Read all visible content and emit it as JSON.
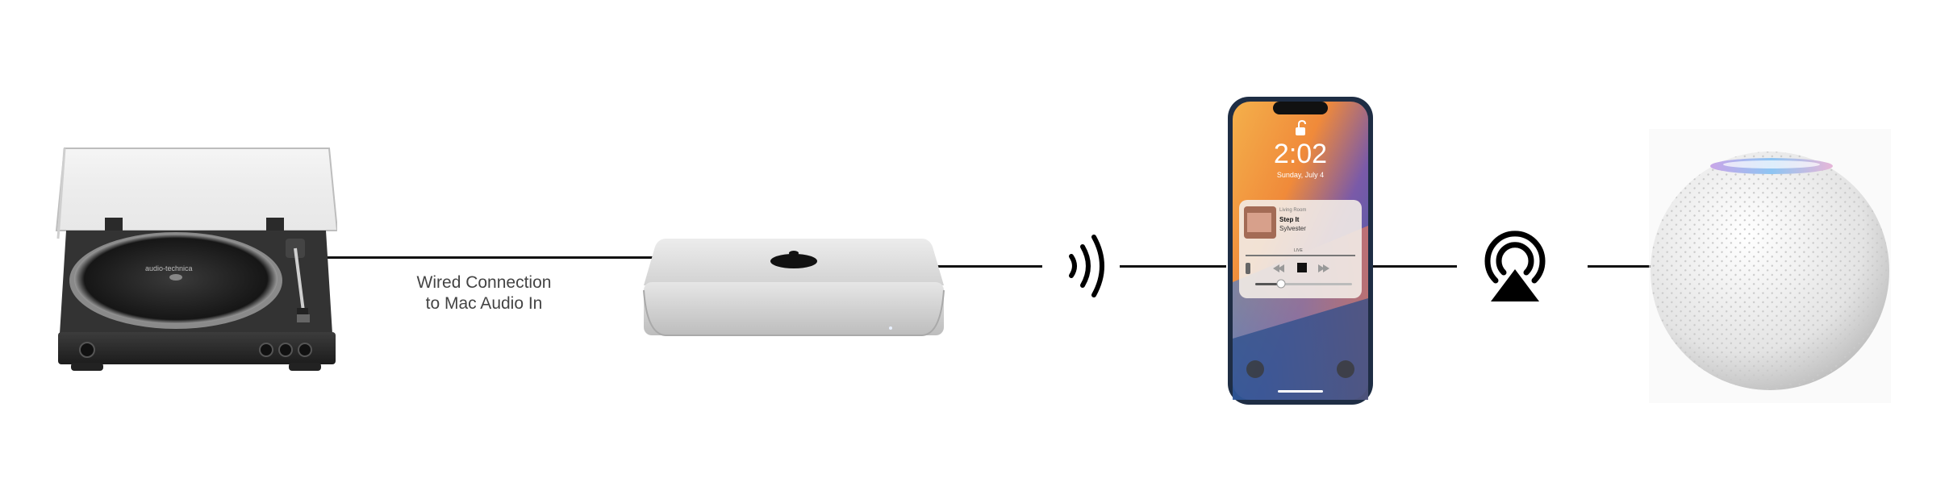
{
  "diagram": {
    "connection_label_line1": "Wired Connection",
    "connection_label_line2": "to Mac Audio In"
  },
  "turntable": {
    "brand": "audio-technica"
  },
  "phone": {
    "time": "2:02",
    "date": "Sunday, July 4",
    "now_playing": {
      "header": "Living Room",
      "track": "Step It",
      "artist": "Sylvester"
    },
    "live_label": "LIVE"
  },
  "icons": {
    "wireless": "wireless-waves-icon",
    "airplay": "airplay-icon"
  },
  "colors": {
    "line": "#111111",
    "label_text": "#444444"
  }
}
